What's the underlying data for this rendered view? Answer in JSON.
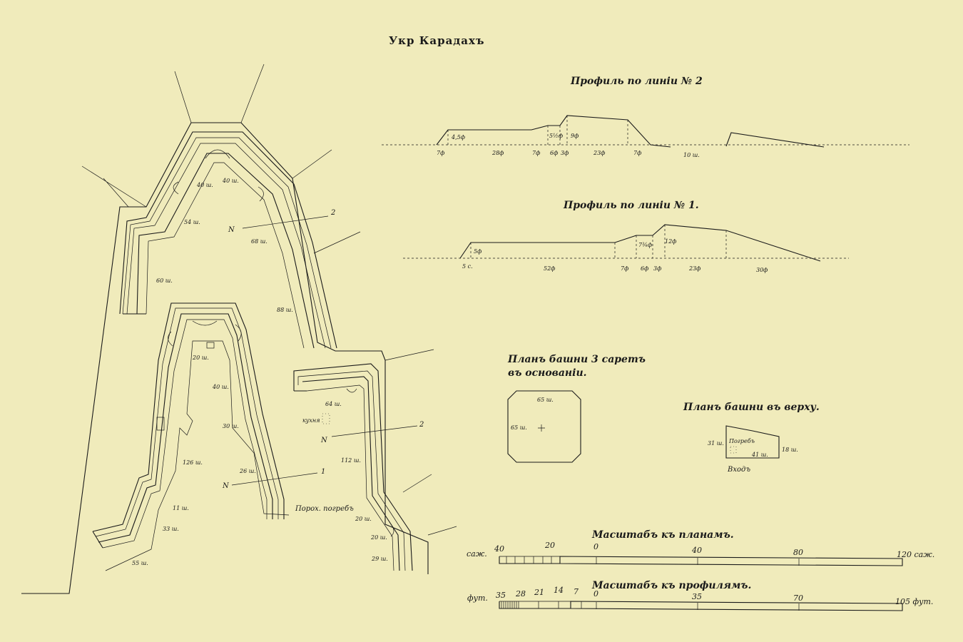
{
  "title": "Укр Карадахъ",
  "profile2": {
    "heading": "Профиль по линіи № 2",
    "labels": [
      "4,5ф",
      "7ф",
      "28ф",
      "7ф",
      "5½ф",
      "6ф",
      "3ф",
      "9ф",
      "23ф",
      "7ф",
      "10 ш."
    ]
  },
  "profile1": {
    "heading": "Профиль по линіи № 1.",
    "labels": [
      "5ф",
      "5 с.",
      "52ф",
      "7ф",
      "7¾ф",
      "6ф",
      "3ф",
      "12ф",
      "23ф",
      "30ф"
    ]
  },
  "tower_base": {
    "heading_line1": "Планъ башни 3 саретъ",
    "heading_line2": "въ основаніи.",
    "labels": [
      "65 ш.",
      "65 ш."
    ]
  },
  "tower_top": {
    "heading": "Планъ башни въ верху.",
    "labels": [
      "31 ш.",
      "Погребъ",
      "41 ш.",
      "18 ш.",
      "Входъ"
    ]
  },
  "plan": {
    "labels": [
      "40 ш.",
      "40 ш.",
      "54 ш.",
      "60 ш.",
      "68 ш.",
      "88 ш.",
      "20 ш.",
      "40 ш.",
      "30 ш.",
      "126 ш.",
      "26 ш.",
      "11 ш.",
      "33 ш.",
      "55 ш.",
      "64 ш.",
      "112 ш.",
      "20 ш.",
      "20 ш.",
      "29 ш.",
      "кухня"
    ],
    "marker_a": "N",
    "marker_b": "N",
    "marker_c": "N",
    "num_2a": "2",
    "num_2b": "2",
    "num_1": "1",
    "magazine": "Порох. погребъ"
  },
  "scale_plans": {
    "heading": "Масштабъ къ планамъ.",
    "unit_left": "саж.",
    "ticks": [
      "40",
      "20",
      "0",
      "40",
      "80",
      "120 саж."
    ]
  },
  "scale_profiles": {
    "heading": "Масштабъ къ профилямъ.",
    "unit_left": "фут.",
    "ticks": [
      "35",
      "28",
      "21",
      "14",
      "7",
      "0",
      "35",
      "70",
      "105 фут."
    ]
  }
}
